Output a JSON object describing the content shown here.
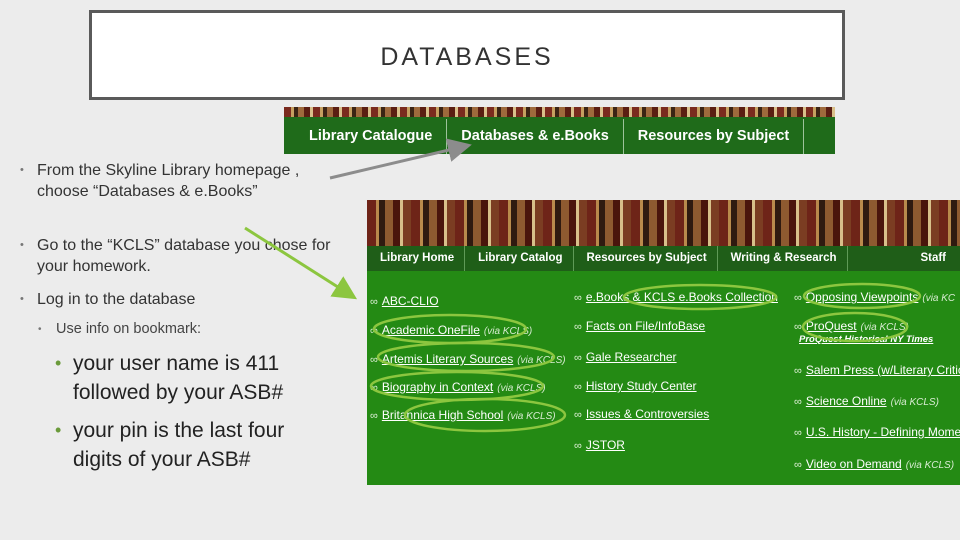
{
  "title": "DATABASES",
  "top_nav": {
    "items": [
      "Library Catalogue",
      "Databases & e.Books",
      "Resources by Subject"
    ]
  },
  "bullets": {
    "b1": "From the Skyline Library homepage , choose “Databases & e.Books”",
    "b2": "Go to the “KCLS” database you chose for your homework.",
    "b3": "Log in to the database",
    "sub": "Use info on bookmark:",
    "sub_a": "your user name is 411 followed by your ASB#",
    "sub_b": "your pin is the last four digits of your ASB#"
  },
  "db_nav": {
    "items": [
      "Library Home",
      "Library Catalog",
      "Resources by Subject",
      "Writing & Research"
    ],
    "staff": "Staff"
  },
  "db_links": {
    "col1": [
      {
        "label": "ABC-CLIO",
        "via": ""
      },
      {
        "label": "Academic OneFile",
        "via": "(via KCLS)"
      },
      {
        "label": "Artemis Literary Sources",
        "via": "(via KCLS)"
      },
      {
        "label": "Biography in Context",
        "via": "(via KCLS)"
      },
      {
        "label": "Britannica High School",
        "via": "(via KCLS)"
      }
    ],
    "col2": [
      {
        "label": "e.Books",
        "label2": "& KCLS e.Books Collection"
      },
      {
        "label": "Facts on File/InfoBase"
      },
      {
        "label": "Gale Researcher"
      },
      {
        "label": "History Study Center"
      },
      {
        "label": "Issues & Controversies"
      },
      {
        "label": "JSTOR"
      }
    ],
    "col3": [
      {
        "label": "Opposing Viewpoints",
        "via": "(via KC"
      },
      {
        "label": "ProQuest",
        "via": "(via KCLS)"
      },
      {
        "label": "ProQuest Historical NY Times",
        "sub": true
      },
      {
        "label": "Salem Press (w/Literary Critic"
      },
      {
        "label": "Science Online",
        "via": "(via KCLS)"
      },
      {
        "label": "U.S. History - Defining Mome"
      },
      {
        "label": "Video on Demand",
        "via": "(via KCLS)"
      }
    ]
  },
  "colors": {
    "nav_green": "#1f6b1a",
    "panel_green": "#248a14",
    "annotation": "#8cc63f",
    "arrow_gray": "#8c8c8c"
  }
}
